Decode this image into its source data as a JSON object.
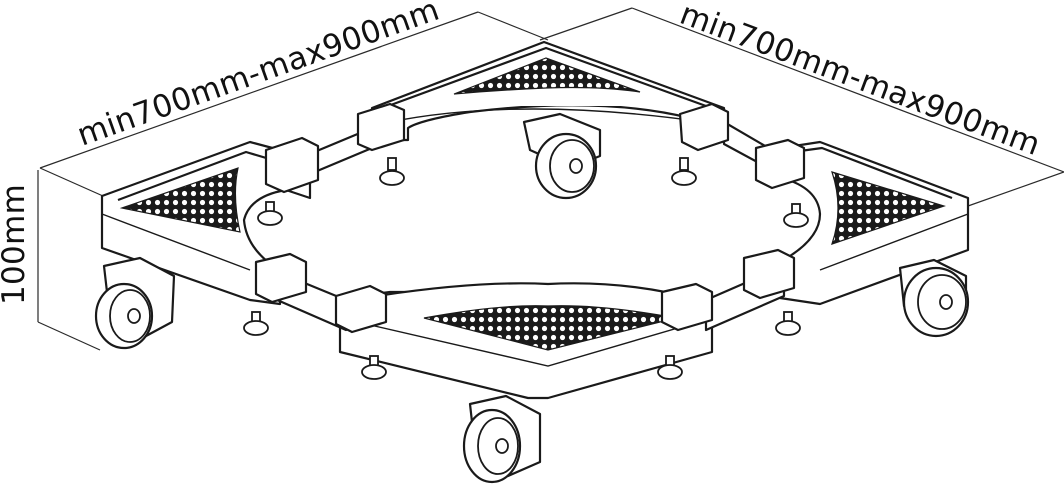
{
  "dimensions": {
    "length_left": "min700mm-max900mm",
    "length_right": "min700mm-max900mm",
    "height": "100mm"
  },
  "colors": {
    "line": "#1a1a1a",
    "background": "#ffffff",
    "mesh": "#1a1a1a"
  }
}
